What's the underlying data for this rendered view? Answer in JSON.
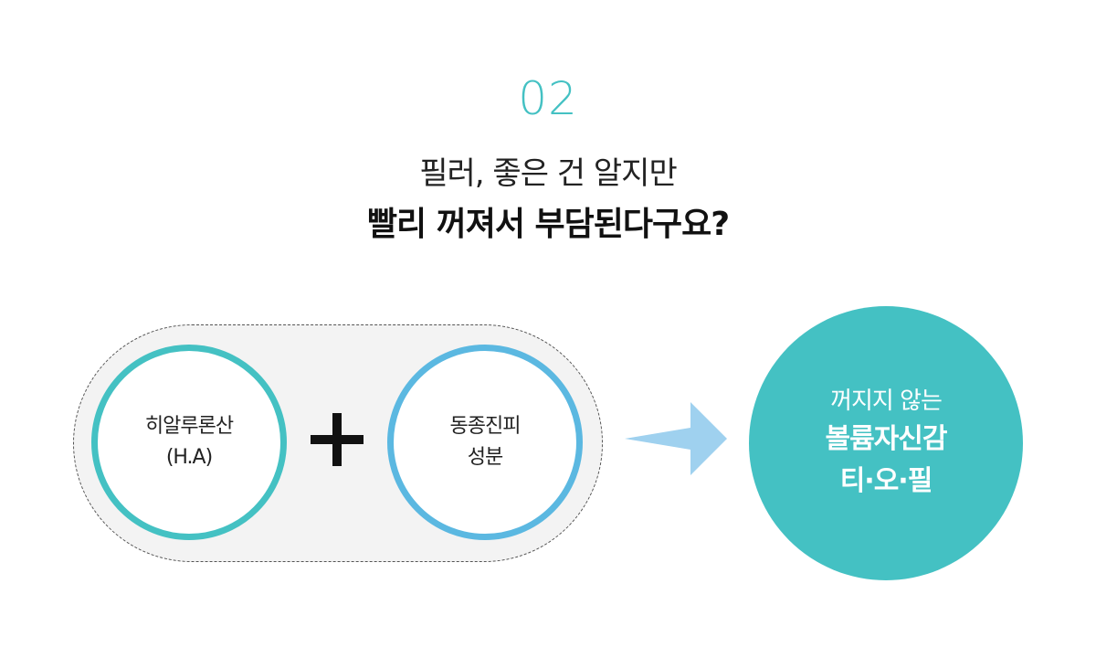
{
  "header": {
    "step_number": "02",
    "headline": "필러, 좋은 건 알지만",
    "subheadline": "빨리 꺼져서 부담된다구요?"
  },
  "ingredients": {
    "left": {
      "line1": "히알루론산",
      "line2": "(H.A)"
    },
    "right": {
      "line1": "동종진피",
      "line2": "성분"
    }
  },
  "result": {
    "line1": "꺼지지 않는",
    "line2": "볼륨자신감",
    "line3": "티·오·필"
  },
  "colors": {
    "teal": "#44c1c3",
    "sky_blue": "#5bb8e1",
    "arrow": "#9fd1ef",
    "pill_bg": "#f3f3f3"
  },
  "icons": {
    "plus": "plus-icon",
    "arrow": "arrow-right-icon"
  }
}
